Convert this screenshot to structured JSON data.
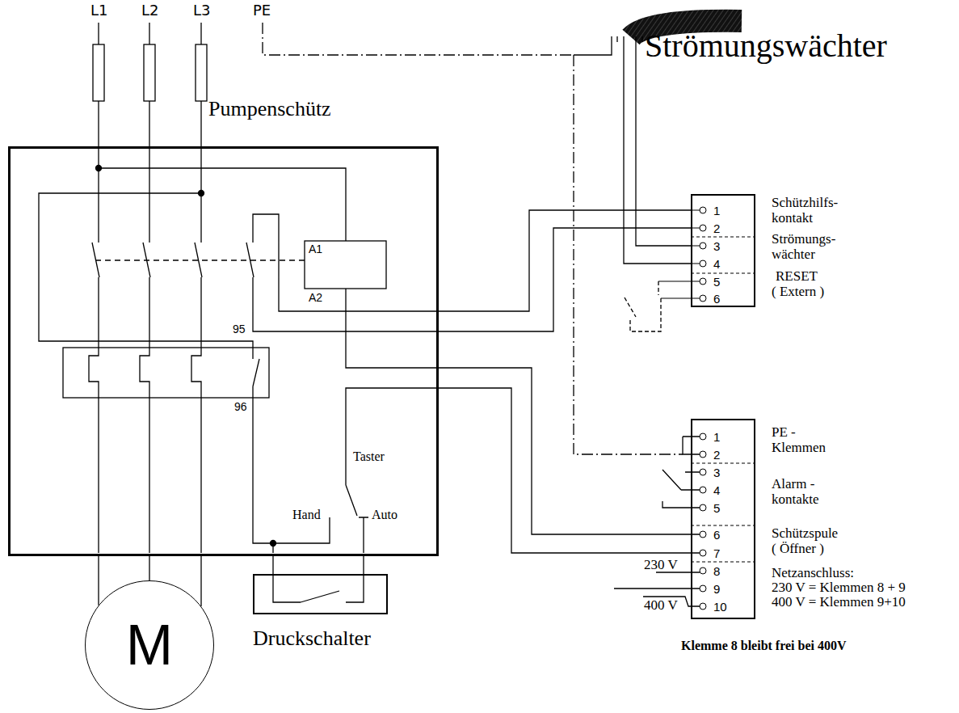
{
  "diagram": {
    "nodes": [
      {
        "text": [
          "Pumpenschütz"
        ]
      },
      {
        "text": [
          "Strömungswächter"
        ]
      },
      {
        "text": [
          "1",
          "2",
          "3",
          "4",
          "5",
          "6"
        ]
      },
      {
        "text": [
          "1",
          "2",
          "3",
          "4",
          "5",
          "6",
          "7",
          "8",
          "9",
          "10"
        ]
      },
      {
        "text": [
          "M"
        ]
      },
      {
        "text": [
          "Druckschalter"
        ]
      }
    ],
    "edges": [
      {
        "from": 0,
        "to": 2,
        "arrow": "none"
      },
      {
        "from": 0,
        "to": 2,
        "arrow": "none"
      },
      {
        "from": 1,
        "to": 2,
        "arrow": "none"
      },
      {
        "from": 1,
        "to": 2,
        "arrow": "none"
      },
      {
        "from": 0,
        "to": 3,
        "arrow": "none"
      },
      {
        "from": 0,
        "to": 3,
        "arrow": "none"
      },
      {
        "from": 0,
        "to": 4,
        "arrow": "none"
      },
      {
        "from": 0,
        "to": 4,
        "arrow": "none"
      },
      {
        "from": 0,
        "to": 4,
        "arrow": "none"
      },
      {
        "from": 5,
        "to": 0,
        "arrow": "none"
      },
      {
        "from": 5,
        "to": 0,
        "arrow": "none"
      }
    ],
    "labels": [
      "L1",
      "L2",
      "L3",
      "PE",
      "A1",
      "A2",
      "95",
      "96",
      "Taster",
      "Hand",
      "Auto",
      "Schützhilfs-",
      "kontakt",
      "Strömungs-",
      "wächter",
      "RESET",
      "( Extern )",
      "PE -",
      "Klemmen",
      "Alarm -",
      "kontakte",
      "Schützspule",
      "( Öffner )",
      "Netzanschluss:",
      "230 V = Klemmen 8 + 9",
      "400 V = Klemmen 9+10",
      "230 V",
      "400 V",
      "Klemme 8 bleibt frei bei 400V"
    ]
  }
}
